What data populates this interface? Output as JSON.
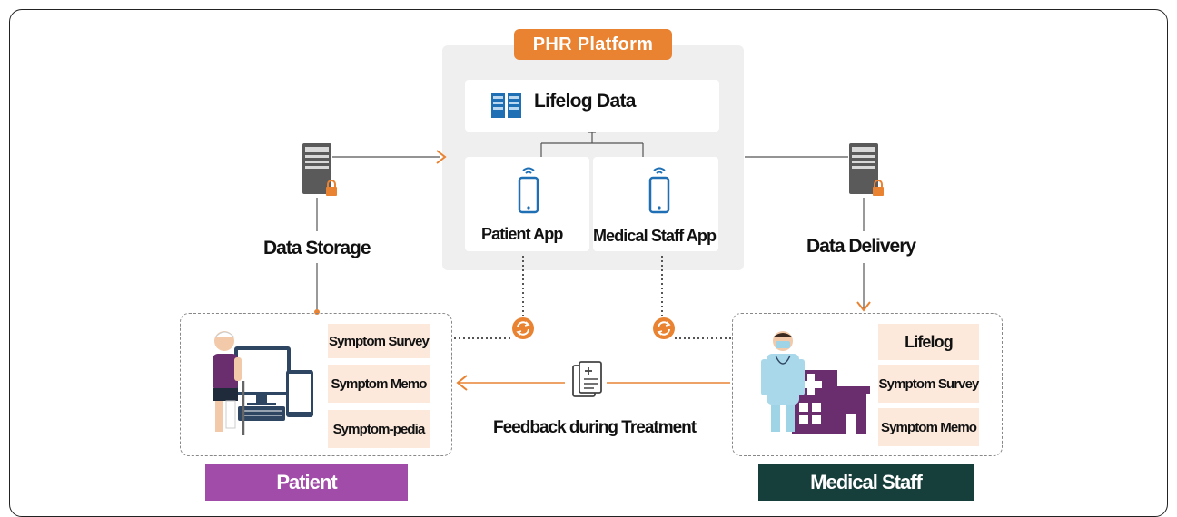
{
  "platform": {
    "title": "PHR Platform",
    "lifelog_label": "Lifelog Data"
  },
  "apps": {
    "patient_app_label": "Patient App",
    "staff_app_label": "Medical Staff App"
  },
  "flows": {
    "storage_label": "Data Storage",
    "delivery_label": "Data Delivery",
    "feedback_label": "Feedback during Treatment"
  },
  "patient": {
    "items": [
      "Symptom Survey",
      "Symptom Memo",
      "Symptom-pedia"
    ],
    "label": "Patient"
  },
  "staff": {
    "items": [
      "Lifelog",
      "Symptom Survey",
      "Symptom Memo"
    ],
    "label": "Medical Staff"
  },
  "colors": {
    "orange": "#e98332",
    "purple": "#a14ca8",
    "dark_green": "#163e3a",
    "peach": "#fde9dc"
  }
}
